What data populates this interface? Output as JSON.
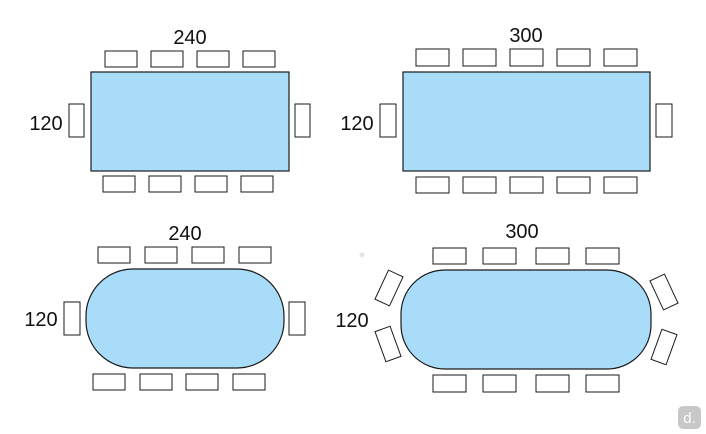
{
  "colors": {
    "table_fill": "#a8dcf8",
    "outline": "#1a1a1a",
    "chair_fill": "#ffffff",
    "logo_bg": "#c8c8c8"
  },
  "tables": [
    {
      "id": "rect-240",
      "shape": "rectangle",
      "width_label": "240",
      "depth_label": "120"
    },
    {
      "id": "rect-300",
      "shape": "rectangle",
      "width_label": "300",
      "depth_label": "120"
    },
    {
      "id": "oval-240",
      "shape": "rounded",
      "width_label": "240",
      "depth_label": "120"
    },
    {
      "id": "oval-300",
      "shape": "rounded",
      "width_label": "300",
      "depth_label": "120"
    }
  ],
  "logo": {
    "text": "d."
  }
}
